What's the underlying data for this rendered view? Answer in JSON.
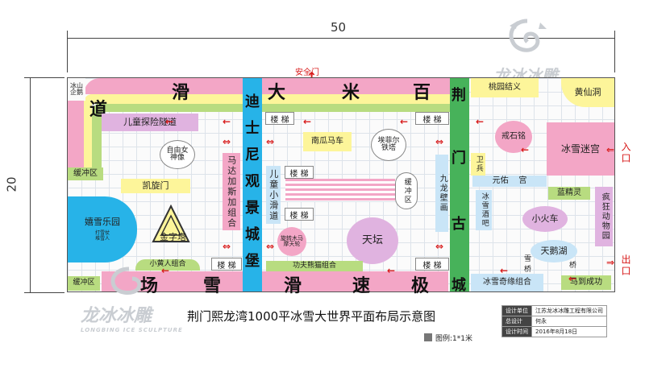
{
  "dimensions": {
    "width": "50",
    "height": "20"
  },
  "logo": {
    "name": "龙冰冰雕",
    "name_en": "LONGBING ICE SCULPTURE"
  },
  "safety_exit": "安全门",
  "slide_top_chars": [
    "滑",
    "大",
    "米",
    "百"
  ],
  "slide_left_char": "道",
  "slide_bottom_chars": [
    "场",
    "雪",
    "滑",
    "速",
    "极"
  ],
  "left_tower_chars": [
    "迪",
    "士",
    "尼",
    "观",
    "景",
    "城",
    "堡"
  ],
  "right_tower_chars": [
    "荆",
    "门",
    "古",
    "城"
  ],
  "areas": {
    "ice_penguin": "冰山\n企鹅",
    "children_tunnel": "儿童探险隧道",
    "buffer": "缓冲区",
    "buffer_vertical": "缓冲区",
    "liberty": "自由女\n神像",
    "arch": "凯旋门",
    "snow_park": "嬉雪乐园",
    "snow_park_sub1": "打雪仗",
    "snow_park_sub2": "堆雪人",
    "pyramid": "金字塔",
    "minions": "小黄人组合",
    "madagascar": "马达加斯加组合",
    "kids_slide": "儿童小滑道",
    "pumpkin": "南瓜马车",
    "eiffel": "埃菲尔\n铁塔",
    "ferris": "摩天轮",
    "ferris_prefix": "旋转木马",
    "temple": "天坛",
    "panda": "功夫熊猫组合",
    "peach": "桃园结义",
    "huangxian": "黄仙洞",
    "jieshi": "戒石铭",
    "maze": "冰雪迷宫",
    "guard": "卫兵",
    "wall": "九龙壁画",
    "yuanyou": "元佑",
    "palace": "宫",
    "ice_bar": "冰雪酒吧",
    "smurf": "蓝精灵",
    "zoo": "疯狂动物园",
    "train": "小火车",
    "swan": "天鹅湖",
    "snow_bridge": "雪桥",
    "bridge": "桥",
    "success": "马到成功",
    "ice_fate": "冰雪奇缘组合",
    "entrance": "入口",
    "exit": "出口",
    "stairs": "楼 梯"
  },
  "title": "荆门熙龙湾1000平冰雪大世界平面布局示意图",
  "legend": "图例:1*1米",
  "info": [
    {
      "key": "设计单位",
      "value": "江苏龙冰冰雕工程有限公司"
    },
    {
      "key": "总设计",
      "value": "何永"
    },
    {
      "key": "设计时间",
      "value": "2016年8月18日"
    }
  ],
  "colors": {
    "slide_pink": "#f3a6c6",
    "slide_yellow": "#fdf59a",
    "slide_green": "#b8dc80",
    "tower_blue": "#27b3e8",
    "tower_green": "#47b25a",
    "arrow_red": "#d81b1b"
  }
}
